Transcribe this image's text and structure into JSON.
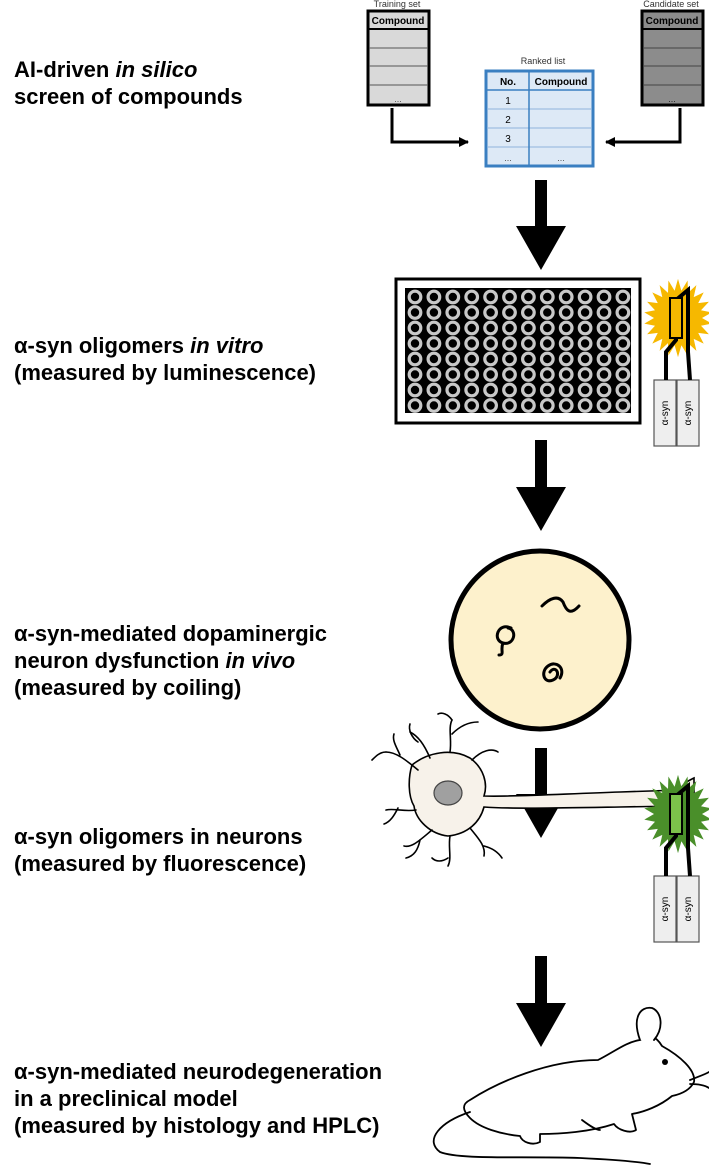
{
  "stages": [
    {
      "line1_a": "AI-driven ",
      "line1_i": "in silico",
      "line2": "screen of compounds"
    },
    {
      "line1_a": "α-syn oligomers ",
      "line1_i": "in vitro",
      "line2": "(measured by luminescence)"
    },
    {
      "line1": "α-syn-mediated dopaminergic",
      "line2_a": "neuron dysfunction ",
      "line2_i": "in vivo",
      "line3": "(measured by coiling)"
    },
    {
      "line1": "α-syn oligomers in neurons",
      "line2": "(measured by fluorescence)"
    },
    {
      "line1": "α-syn-mediated neurodegeneration",
      "line2": "in a preclinical model",
      "line3": "(measured by histology and HPLC)"
    }
  ],
  "training_set": {
    "caption": "Training set",
    "header": "Compound",
    "ellipsis": "..."
  },
  "candidate_set": {
    "caption": "Candidate set",
    "header": "Compound",
    "ellipsis": "..."
  },
  "ranked_list": {
    "caption": "Ranked list",
    "col_no": "No.",
    "col_compound": "Compound",
    "rows": [
      "1",
      "2",
      "3",
      "..."
    ],
    "cell_ellipsis": "..."
  },
  "probe_label": "α-syn",
  "colors": {
    "ranked_border": "#3a7fc1",
    "ranked_fill": "#dde9f6",
    "training_fill": "#d9d9d9",
    "candidate_fill": "#8c8c8c",
    "luminescence_glow": "#f6b800",
    "fluorescence_glow": "#4a8f2a",
    "dish_fill": "#fdf1cc",
    "nucleus_fill": "#a0a0a0"
  }
}
